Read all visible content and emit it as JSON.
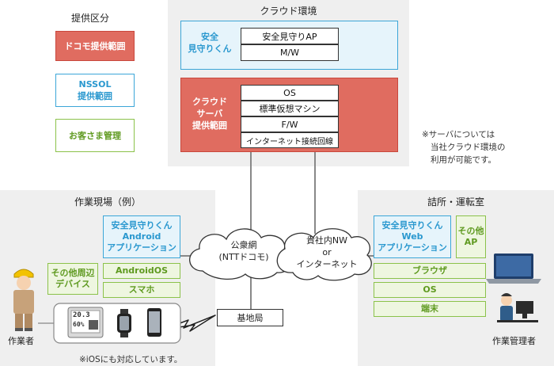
{
  "legend": {
    "title": "提供区分",
    "docomo": "ドコモ提供範囲",
    "nssol_1": "NSSOL",
    "nssol_2": "提供範囲",
    "customer": "お客さま管理"
  },
  "cloud": {
    "title": "クラウド環境",
    "anzen_1": "安全",
    "anzen_2": "見守りくん",
    "app": "安全見守りAP",
    "mw": "M/W",
    "server_1": "クラウド",
    "server_2": "サーバ",
    "server_3": "提供範囲",
    "os": "OS",
    "vm": "標準仮想マシン",
    "fw": "F/W",
    "net": "インターネット接続回線"
  },
  "note_server": {
    "line1": "※サーバについては",
    "line2": "当社クラウド環境の",
    "line3": "利用が可能です。"
  },
  "site": {
    "title": "作業現場（例）",
    "app_1": "安全見守りくん",
    "app_2": "Android",
    "app_3": "アプリケーション",
    "peripheral_1": "その他周辺",
    "peripheral_2": "デバイス",
    "android_os": "AndroidOS",
    "smartphone": "スマホ",
    "worker": "作業者",
    "device_temp": "20.3",
    "device_hum": "60%"
  },
  "office": {
    "title": "詰所・運転室",
    "app_1": "安全見守りくん",
    "app_2": "Web",
    "app_3": "アプリケーション",
    "other_ap_1": "その他",
    "other_ap_2": "AP",
    "browser": "ブラウザ",
    "os": "OS",
    "terminal": "端末",
    "manager": "作業管理者"
  },
  "network": {
    "public_1": "公衆網",
    "public_2": "(NTTドコモ)",
    "private_1": "貴社内NW",
    "private_2": "or",
    "private_3": "インターネット",
    "base_station": "基地局"
  },
  "footnote": "※iOSにも対応しています。",
  "colors": {
    "red": "#e06c60",
    "blue": "#3ba6d8",
    "green": "#8bc24a",
    "panel": "#efefef"
  }
}
